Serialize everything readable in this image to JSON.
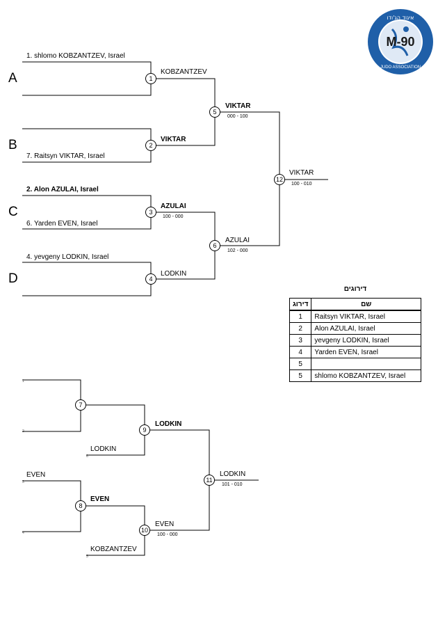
{
  "logo": {
    "category": "M-90",
    "ring_top": "איגוד הג'ודו בישראל",
    "ring_bottom": "ISRAEL JUDO ASSOCIATION",
    "color": "#1f5fa8"
  },
  "pools": [
    "A",
    "B",
    "C",
    "D"
  ],
  "competitors": {
    "c1": "1. shlomo KOBZANTZEV, Israel",
    "c7": "7. Raitsyn VIKTAR, Israel",
    "c2": "2. Alon AZULAI, Israel",
    "c6": "6. Yarden EVEN, Israel",
    "c4": "4. yevgeny LODKIN, Israel"
  },
  "main": {
    "m1": {
      "num": "1",
      "winner": "KOBZANTZEV"
    },
    "m2": {
      "num": "2",
      "winner": "VIKTAR"
    },
    "m3": {
      "num": "3",
      "winner": "AZULAI",
      "score": "100 - 000"
    },
    "m4": {
      "num": "4",
      "winner": "LODKIN"
    },
    "m5": {
      "num": "5",
      "winner": "VIKTAR",
      "score": "000 - 100"
    },
    "m6": {
      "num": "6",
      "winner": "AZULAI",
      "score": "102 - 000"
    },
    "m12": {
      "num": "12",
      "winner": "VIKTAR",
      "score": "100 - 010"
    }
  },
  "repechage": {
    "slots": {
      "s1": "1",
      "s2": "2",
      "s6": "6",
      "s3": "3",
      "s4": "4",
      "s5": "5"
    },
    "e6": "LODKIN",
    "e3": "EVEN",
    "e5": "KOBZANTZEV",
    "m7": {
      "num": "7"
    },
    "m8": {
      "num": "8",
      "winner": "EVEN"
    },
    "m9": {
      "num": "9",
      "winner": "LODKIN"
    },
    "m10": {
      "num": "10",
      "winner": "EVEN",
      "score": "100 - 000"
    },
    "m11": {
      "num": "11",
      "winner": "LODKIN",
      "score": "101 - 010"
    }
  },
  "ranking": {
    "title": "דירוגים",
    "col_rank": "דירוג",
    "col_name": "שם",
    "rows": [
      {
        "rank": "1",
        "name": "Raitsyn VIKTAR, Israel"
      },
      {
        "rank": "2",
        "name": "Alon AZULAI, Israel"
      },
      {
        "rank": "3",
        "name": "yevgeny LODKIN, Israel"
      },
      {
        "rank": "4",
        "name": "Yarden EVEN, Israel"
      },
      {
        "rank": "5",
        "name": ""
      },
      {
        "rank": "5",
        "name": "shlomo KOBZANTZEV, Israel"
      }
    ]
  }
}
